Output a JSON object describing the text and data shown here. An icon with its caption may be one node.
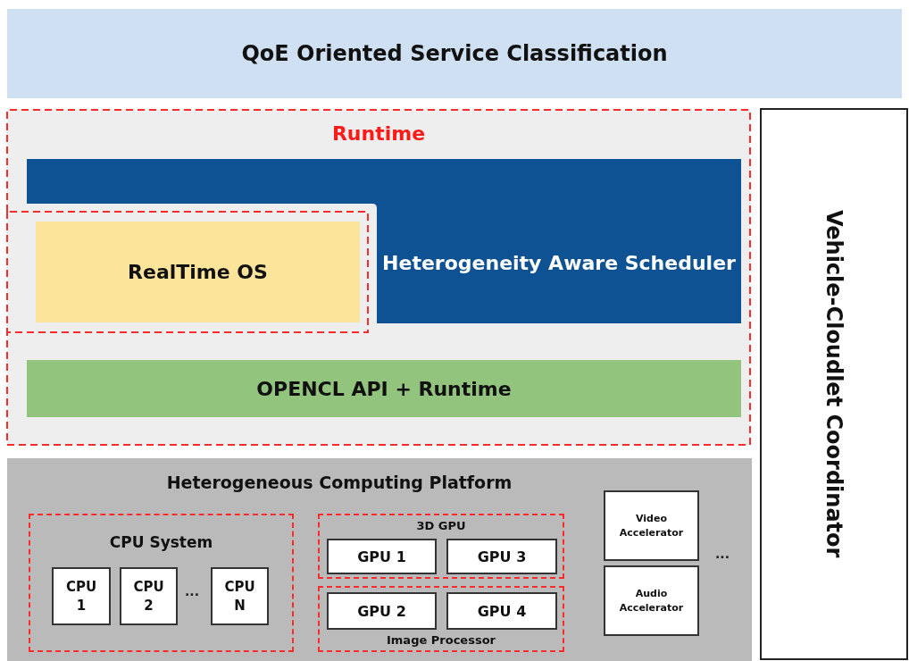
{
  "diagram": {
    "nodes": [
      {
        "text": [
          "QoE Oriented Service Classification"
        ]
      },
      {
        "text": [
          "Runtime"
        ]
      },
      {
        "text": [
          "Heterogeneity Aware Scheduler"
        ],
        "in": 1
      },
      {
        "text": [
          "RealTime OS"
        ],
        "in": 1
      },
      {
        "text": [
          "OPENCL API + Runtime"
        ],
        "in": 1
      },
      {
        "text": [
          "Vehicle-Cloudlet Coordinator"
        ]
      },
      {
        "text": [
          "Heterogeneous Computing Platform"
        ]
      },
      {
        "text": [
          "CPU System"
        ],
        "in": 6
      },
      {
        "text": [
          "CPU 1"
        ],
        "in": 7
      },
      {
        "text": [
          "CPU 2"
        ],
        "in": 7
      },
      {
        "text": [
          "CPU N"
        ],
        "in": 7
      },
      {
        "text": [
          "3D GPU"
        ],
        "in": 6
      },
      {
        "text": [
          "GPU 1"
        ],
        "in": 11
      },
      {
        "text": [
          "GPU 3"
        ],
        "in": 11
      },
      {
        "text": [
          "Image Processor"
        ],
        "in": 6
      },
      {
        "text": [
          "GPU 2"
        ],
        "in": 14
      },
      {
        "text": [
          "GPU 4"
        ],
        "in": 14
      },
      {
        "text": [
          "Video Accelerator"
        ],
        "in": 6
      },
      {
        "text": [
          "Audio Accelerator"
        ],
        "in": 6
      }
    ],
    "labels": [
      "...",
      "..."
    ]
  }
}
